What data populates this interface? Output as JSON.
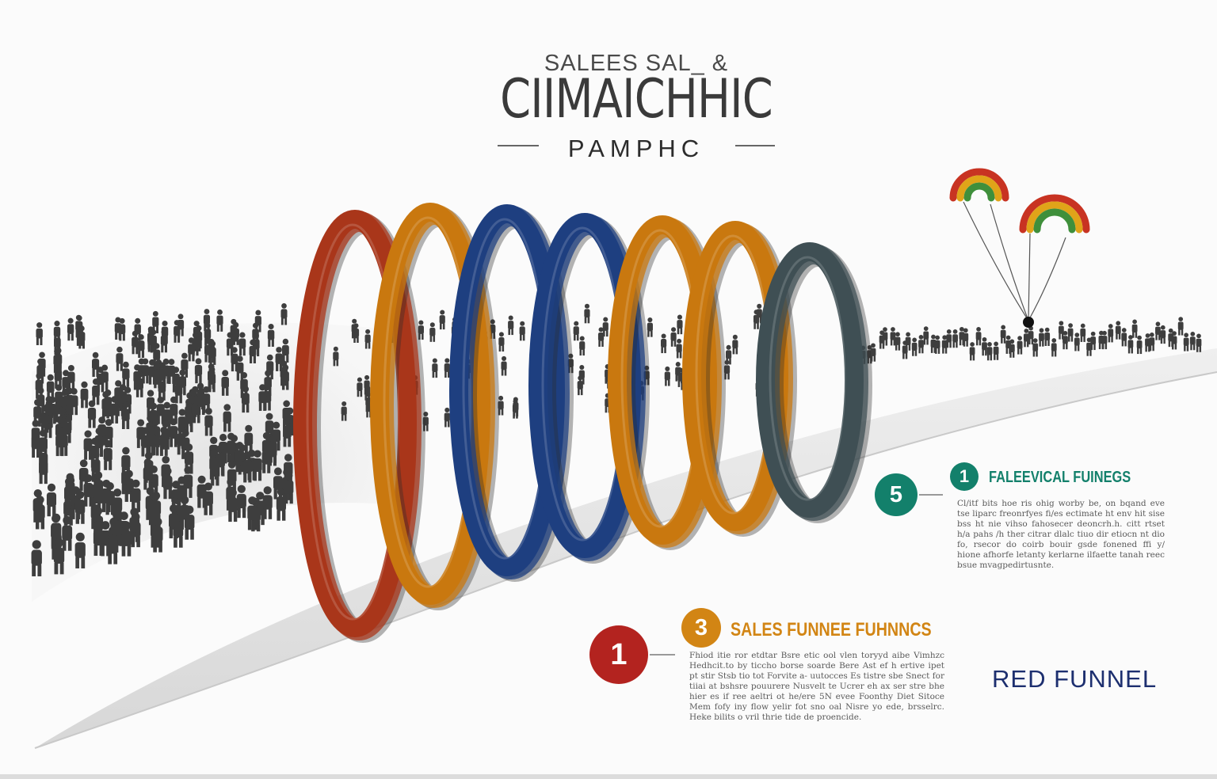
{
  "header": {
    "kicker": "SALEES SAL_ &",
    "headline": "CIIMAICHHIC",
    "subhead": "PAMPHC"
  },
  "colors": {
    "ring_red": "#a9361a",
    "ring_orange": "#c9780f",
    "ring_blue": "#1e3f80",
    "ring_gray": "#3f4f54",
    "badge_teal": "#13806b",
    "badge_red": "#b3231f",
    "badge_orange": "#d28514",
    "path": "#e3e3e3",
    "people": "#3e3e3e"
  },
  "rings": [
    "red",
    "orange",
    "blue",
    "blue",
    "orange",
    "orange",
    "gray"
  ],
  "callouts": [
    {
      "badges": [
        "5",
        "1"
      ],
      "title": "FALEEVICAL FUINEGS",
      "body": "Cl/itf bits hoe ris ohig worby be, on bqand eve tse liparc freonrfyes fi/es ectimate ht env hit sise bss ht nie vihso fahosecer deoncrh.h. citt rtset h/a pahs /h ther citrar dlalc tiuo dir etiocn nt dio fo, rsecor do coirb bouir gsde fonened ffi y/ hione afhorfe letanty kerlarne ilfaette tanah reec bsue mvagpedirtusnte."
    },
    {
      "badges": [
        "1",
        "3"
      ],
      "title": "SALES FUNNEE FUHNNCS",
      "body": "Fhiod itie ror etdtar Bsre etic ool vlen toryyd aibe Vimhzc Hedhcit.to by ticcho borse soarde Bere Ast ef h ertive ipet pt stir Stsb tio tot Forvite a- uutocces Es tistre sbe Snect for tiiai at bshsre pouurere Nusvelt te Ucrer eh ax ser stre bhe hier es if ree aeltri ot he/ere 5N evee Foonthy Diet Sitoce Mem fofy iny flow yelir fot sno oal Nisre yo ede, brsselrc. Heke bilits o vril thrie tide de proencide."
    }
  ],
  "red_funnel": "RED FUNNEL"
}
